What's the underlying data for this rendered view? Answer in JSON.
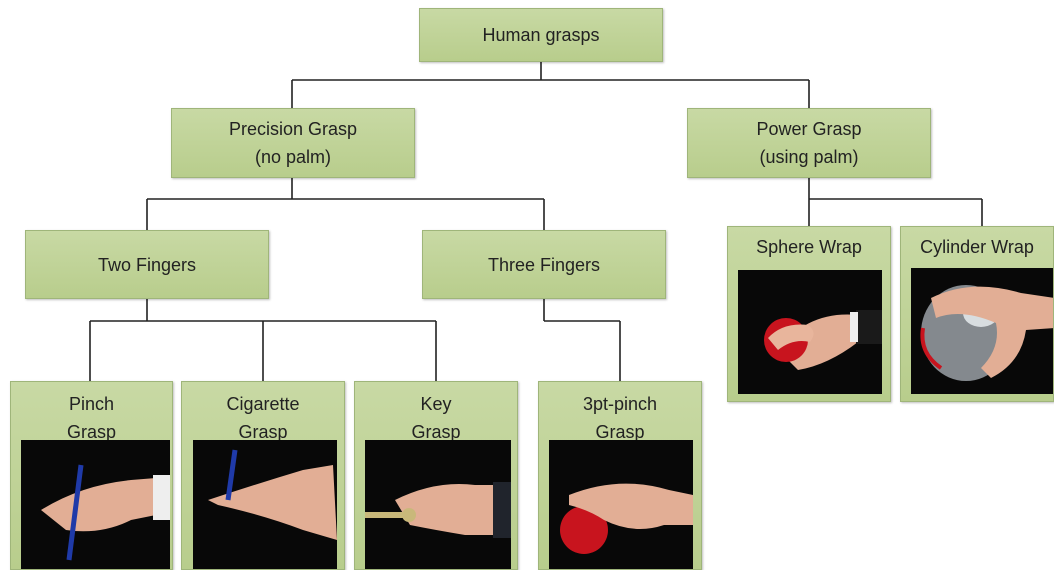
{
  "root": {
    "label": "Human grasps"
  },
  "precision": {
    "line1": "Precision Grasp",
    "line2": "(no palm)"
  },
  "power": {
    "line1": "Power Grasp",
    "line2": "(using palm)"
  },
  "two_fingers": {
    "label": "Two Fingers"
  },
  "three_fingers": {
    "label": "Three Fingers"
  },
  "leaves": {
    "pinch": {
      "line1": "Pinch",
      "line2": "Grasp",
      "photo": "hand-holding-pen-pinch"
    },
    "cigarette": {
      "line1": "Cigarette",
      "line2": "Grasp",
      "photo": "hand-holding-pen-between-fingers"
    },
    "key": {
      "line1": "Key",
      "line2": "Grasp",
      "photo": "hand-holding-key"
    },
    "threept": {
      "line1": "3pt-pinch",
      "line2": "Grasp",
      "photo": "hand-pinching-red-ball"
    },
    "sphere": {
      "line1": "Sphere Wrap",
      "photo": "hand-wrapping-red-ball"
    },
    "cylinder": {
      "line1": "Cylinder Wrap",
      "photo": "hand-wrapping-glass-bottle"
    }
  },
  "colors": {
    "box_fill": "#bfd296",
    "box_border": "#9fb57a",
    "connector": "#222222",
    "photo_bg": "#080808",
    "skin": "#e6b49a",
    "ball": "#c8141e",
    "pen": "#1f3aa8"
  }
}
